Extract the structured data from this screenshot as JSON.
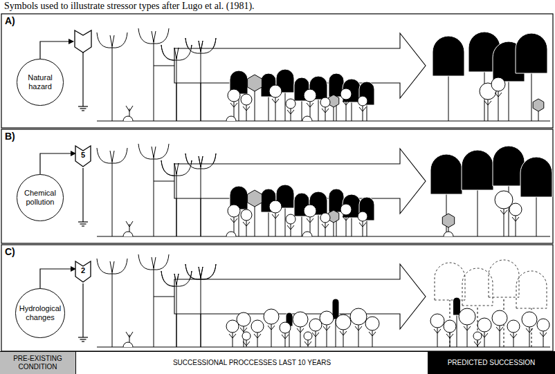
{
  "diagram": {
    "caption": "Symbols used to illustrate stressor types after Lugo et al. (1981).",
    "nodes": [
      {
        "text": [
          "Natural hazard"
        ]
      },
      {
        "text": [
          "Chemical pollution"
        ]
      },
      {
        "text": [
          "5"
        ]
      },
      {
        "text": [
          "Hydrological changes"
        ]
      },
      {
        "text": [
          "2"
        ]
      },
      {
        "text": [
          "PRE-EXISTING CONDITION"
        ]
      },
      {
        "text": [
          "SUCCESSIONAL PROCCESSES LAST 10 YEARS"
        ]
      },
      {
        "text": [
          "PREDICTED SUCCESSION"
        ]
      }
    ],
    "edges": [
      {
        "from": 1,
        "to": 2,
        "arrow": "to"
      },
      {
        "from": 3,
        "to": 4,
        "arrow": "to"
      }
    ],
    "labels": [
      "A)",
      "B)",
      "C)"
    ]
  }
}
